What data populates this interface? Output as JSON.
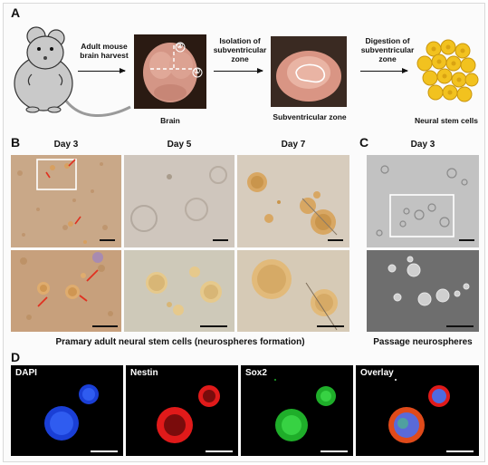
{
  "panels": {
    "a": {
      "letter": "A",
      "step1": "Adult mouse brain harvest",
      "brain_label": "Brain",
      "step2": "Isolation of subventricular zone",
      "svz_label": "Subventricular zone",
      "step3": "Digestion of subventricular zone",
      "nsc_label": "Neural stem cells",
      "marker1": "①",
      "marker2": "②"
    },
    "b": {
      "letter": "B",
      "days": [
        "Day 3",
        "Day 5",
        "Day 7"
      ],
      "caption": "Pramary adult neural stem cells (neurospheres formation)"
    },
    "c": {
      "letter": "C",
      "day": "Day 3",
      "caption": "Passage neurospheres"
    },
    "d": {
      "letter": "D",
      "channels": [
        "DAPI",
        "Nestin",
        "Sox2",
        "Overlay"
      ]
    }
  },
  "colors": {
    "dapi": "#1a3fd6",
    "nestin": "#e01a1a",
    "sox2": "#1fae2a",
    "cells": "#f2c21f"
  }
}
